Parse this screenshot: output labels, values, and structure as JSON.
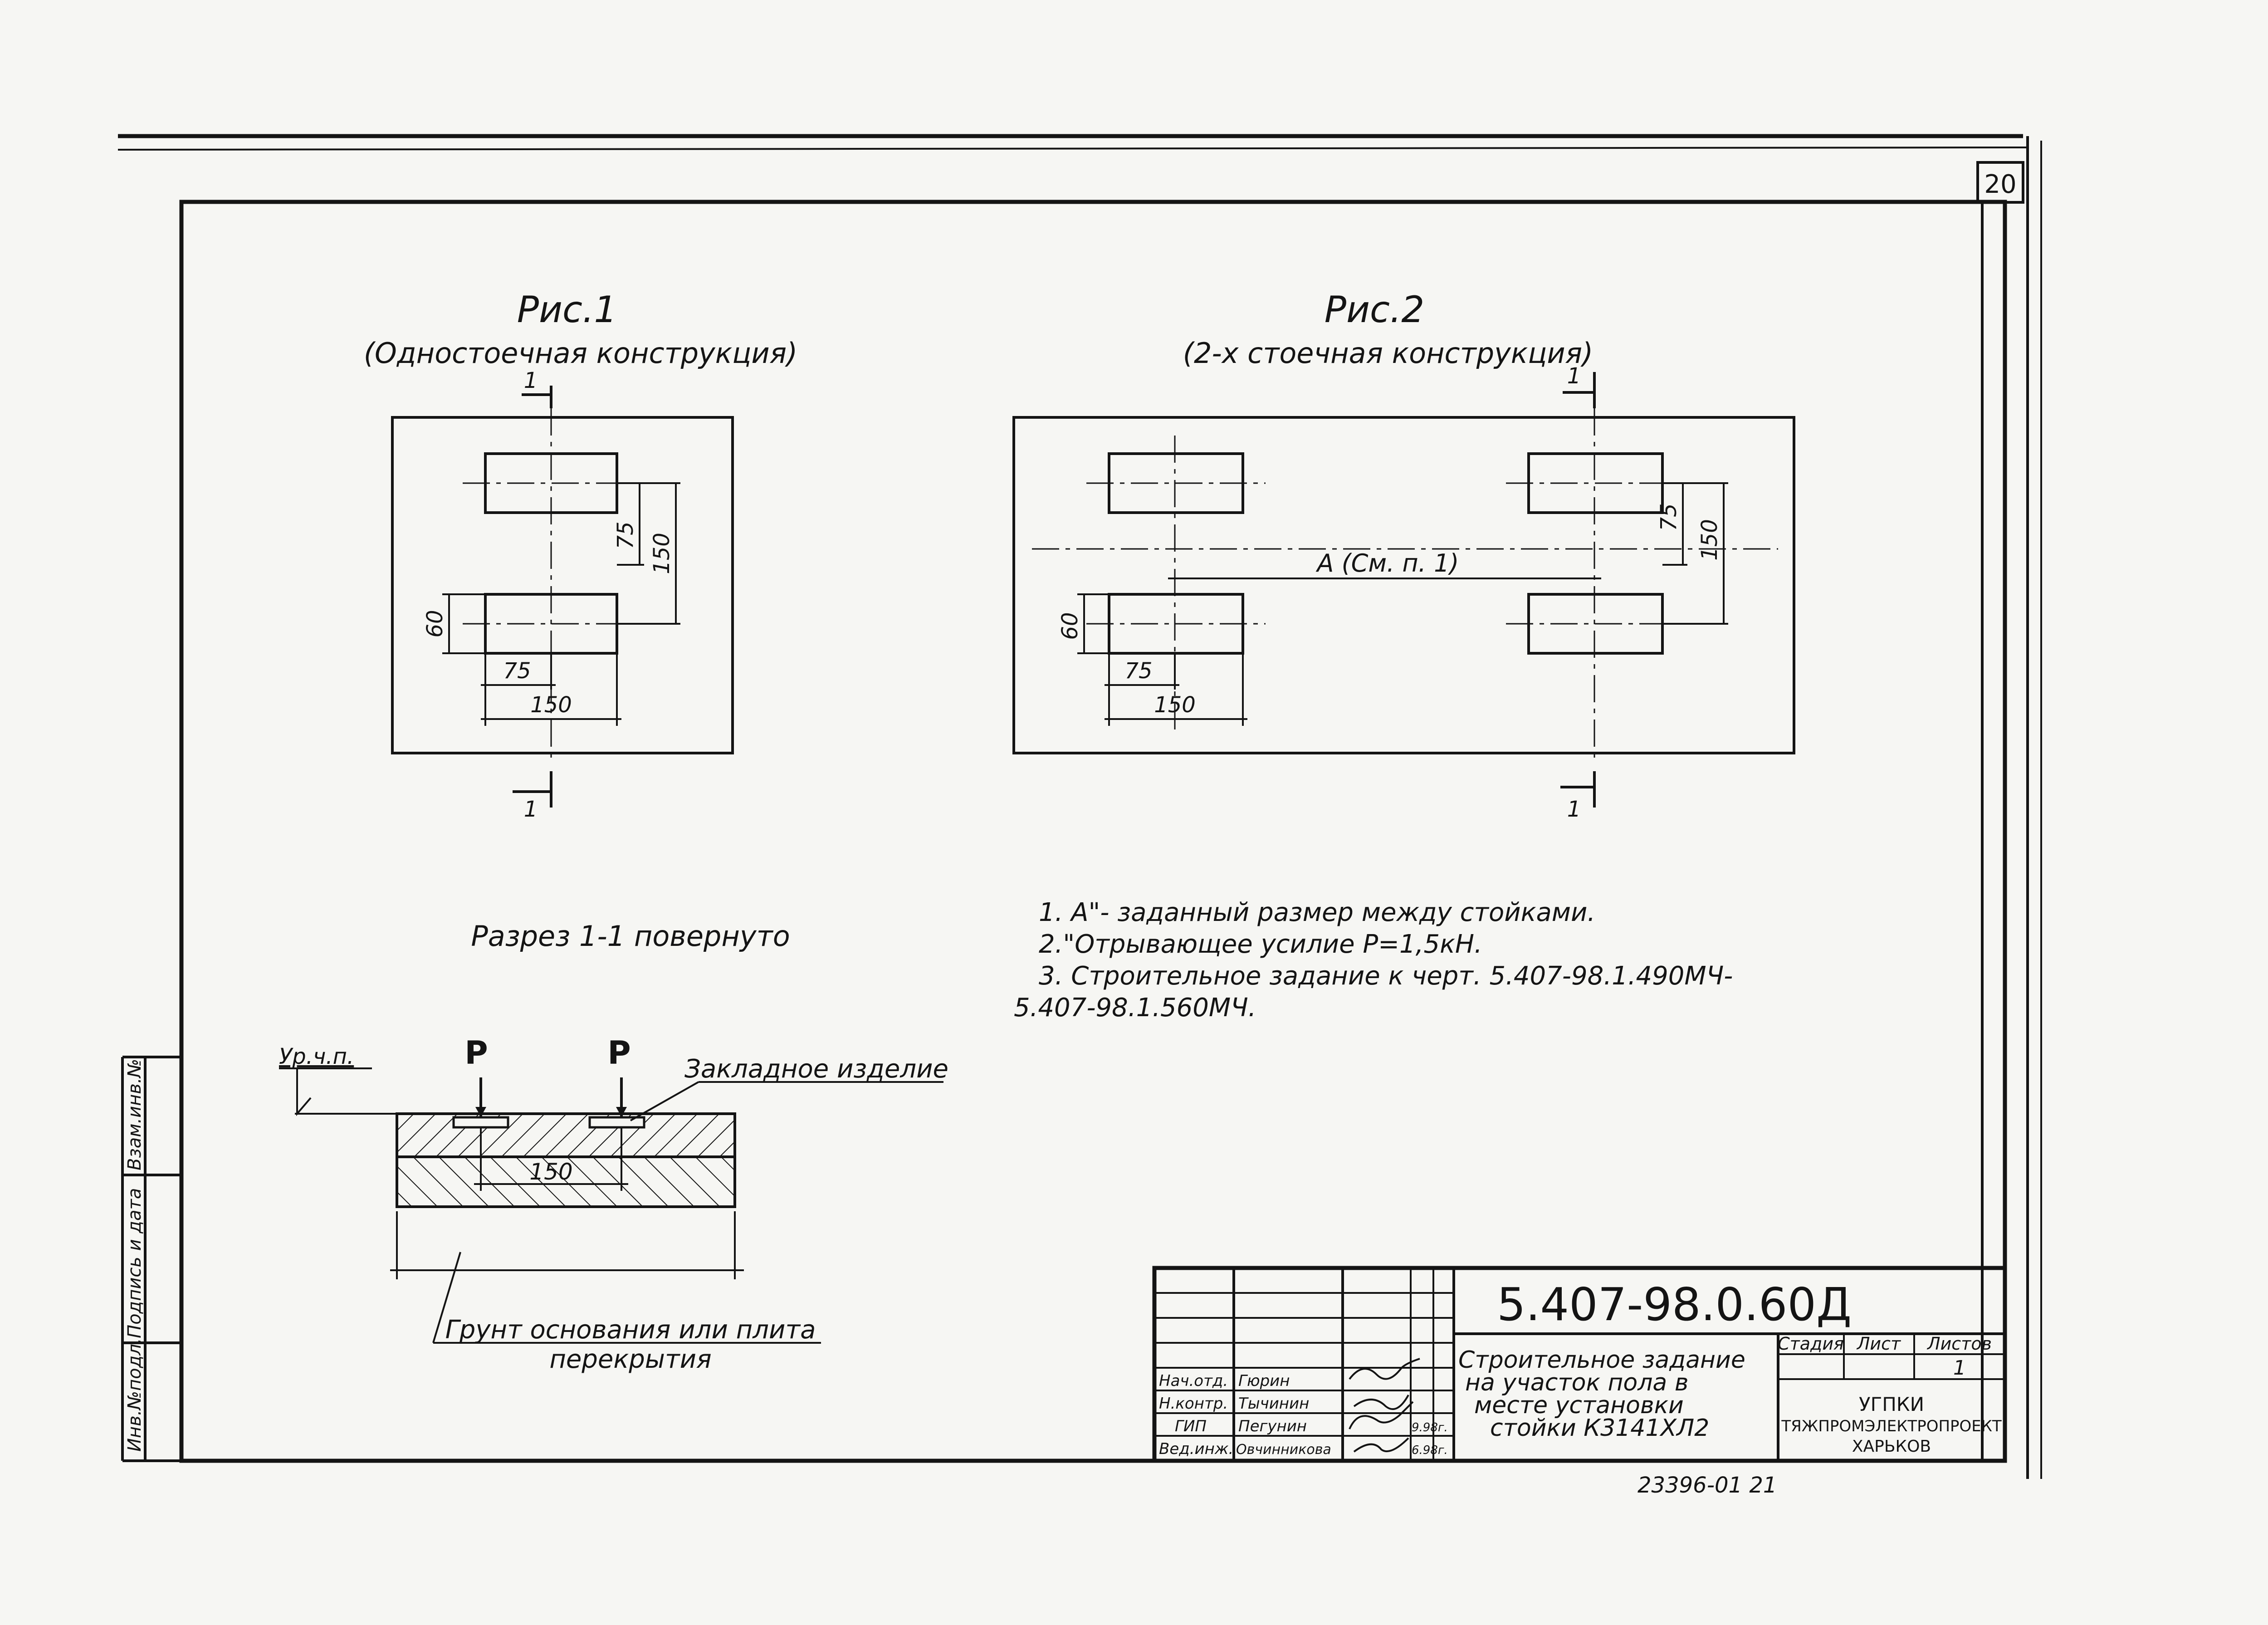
{
  "sheet": {
    "number": "20"
  },
  "fig1": {
    "title": "Рис.1",
    "subtitle": "(Одностоечная конструкция)",
    "dims": {
      "d75v": "75",
      "d150v": "150",
      "d60": "60",
      "d75h": "75",
      "d150h": "150"
    }
  },
  "fig2": {
    "title": "Рис.2",
    "subtitle": "(2-х стоечная конструкция)",
    "dimA": "A (См. п. 1)",
    "dims": {
      "d75v": "75",
      "d150v": "150",
      "d60": "60",
      "d75h": "75",
      "d150h": "150"
    }
  },
  "section_marks": {
    "one": "1"
  },
  "section": {
    "title": "Разрез 1-1 повернуто",
    "level": "Ур.ч.п.",
    "load": "P",
    "embedded": "Закладное изделие",
    "dim150": "150",
    "ground_line1": "Грунт основания или плита",
    "ground_line2": "перекрытия"
  },
  "notes": [
    "1. A\"- заданный размер между стойками.",
    "2.\"Отрывающее усилие P=1,5кН.",
    "3. Строительное задание к черт. 5.407-98.1.490МЧ-",
    "5.407-98.1.560МЧ."
  ],
  "side_stamp": {
    "inv": "Инв.№подл.",
    "sign": "Подпись и дата",
    "vzam": "Взам.инв.№"
  },
  "title_block": {
    "code": "5.407-98.0.60Д",
    "description": [
      "Строительное задание",
      "на участок пола в",
      "месте установки",
      "стойки К3141ХЛ2"
    ],
    "headers": {
      "stage": "Стадия",
      "sheet": "Лист",
      "sheets": "Листов"
    },
    "sheets_value": "1",
    "org": [
      "УГПКИ",
      "ТЯЖПРОМЭЛЕКТРОПРОЕКТ",
      "ХАРЬКОВ"
    ],
    "roles": [
      "Нач.отд.",
      "Н.контр.",
      "ГИП",
      "Вед.инж."
    ],
    "names": [
      "Гюрин",
      "Тычинин",
      "Пегунин",
      "Овчинникова"
    ],
    "dates": [
      "9.98г.",
      "6.98г."
    ]
  },
  "archive_number": "23396-01 21"
}
